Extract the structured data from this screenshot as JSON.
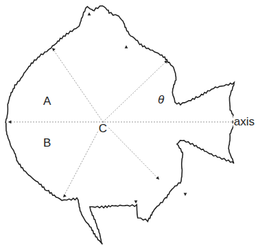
{
  "diagram": {
    "labels": [
      "A",
      "B",
      "C",
      "θ",
      "axis"
    ]
  }
}
